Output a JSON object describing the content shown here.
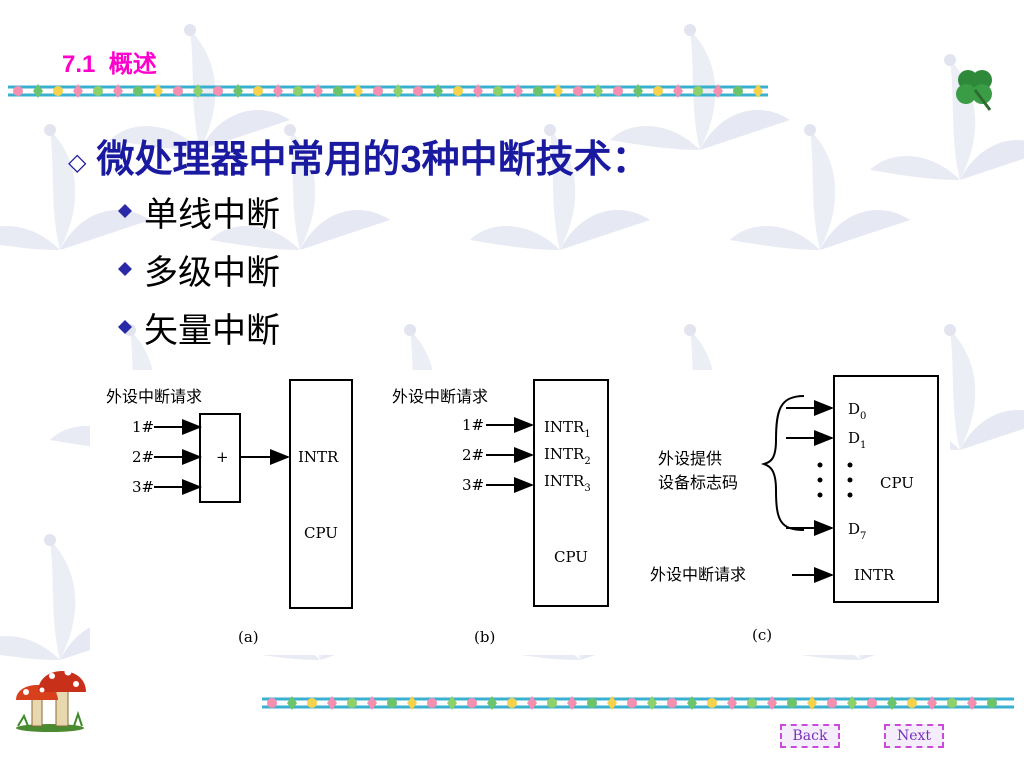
{
  "header": {
    "section_title": "7.1  概述"
  },
  "main": {
    "bullet_prefix": "微处理器中常用的",
    "bullet_number": "3",
    "bullet_suffix": "种中断技术：",
    "items": [
      {
        "label": "单线中断"
      },
      {
        "label": "多级中断"
      },
      {
        "label": "矢量中断"
      }
    ]
  },
  "figure": {
    "a": {
      "request_label": "外设中断请求",
      "inputs": [
        "1#",
        "2#",
        "3#"
      ],
      "gate_symbol": "+",
      "intr_label": "INTR",
      "cpu_label": "CPU",
      "caption": "(a)"
    },
    "b": {
      "request_label": "外设中断请求",
      "inputs": [
        "1#",
        "2#",
        "3#"
      ],
      "intr_base": "INTR",
      "intr_subs": [
        "1",
        "2",
        "3"
      ],
      "cpu_label": "CPU",
      "caption": "(b)"
    },
    "c": {
      "provide_label_1": "外设提供",
      "provide_label_2": "设备标志码",
      "d_base": "D",
      "d_subs": [
        "0",
        "1",
        "7"
      ],
      "cpu_label": "CPU",
      "request_label": "外设中断请求",
      "intr_label": "INTR",
      "caption": "(c)"
    }
  },
  "nav": {
    "back_label": "Back",
    "next_label": "Next"
  },
  "colors": {
    "title": "#ff00cc",
    "bullet_text": "#1a1aa0",
    "garland_line": "#3ab0d0",
    "nav_border": "#c94bd6"
  }
}
